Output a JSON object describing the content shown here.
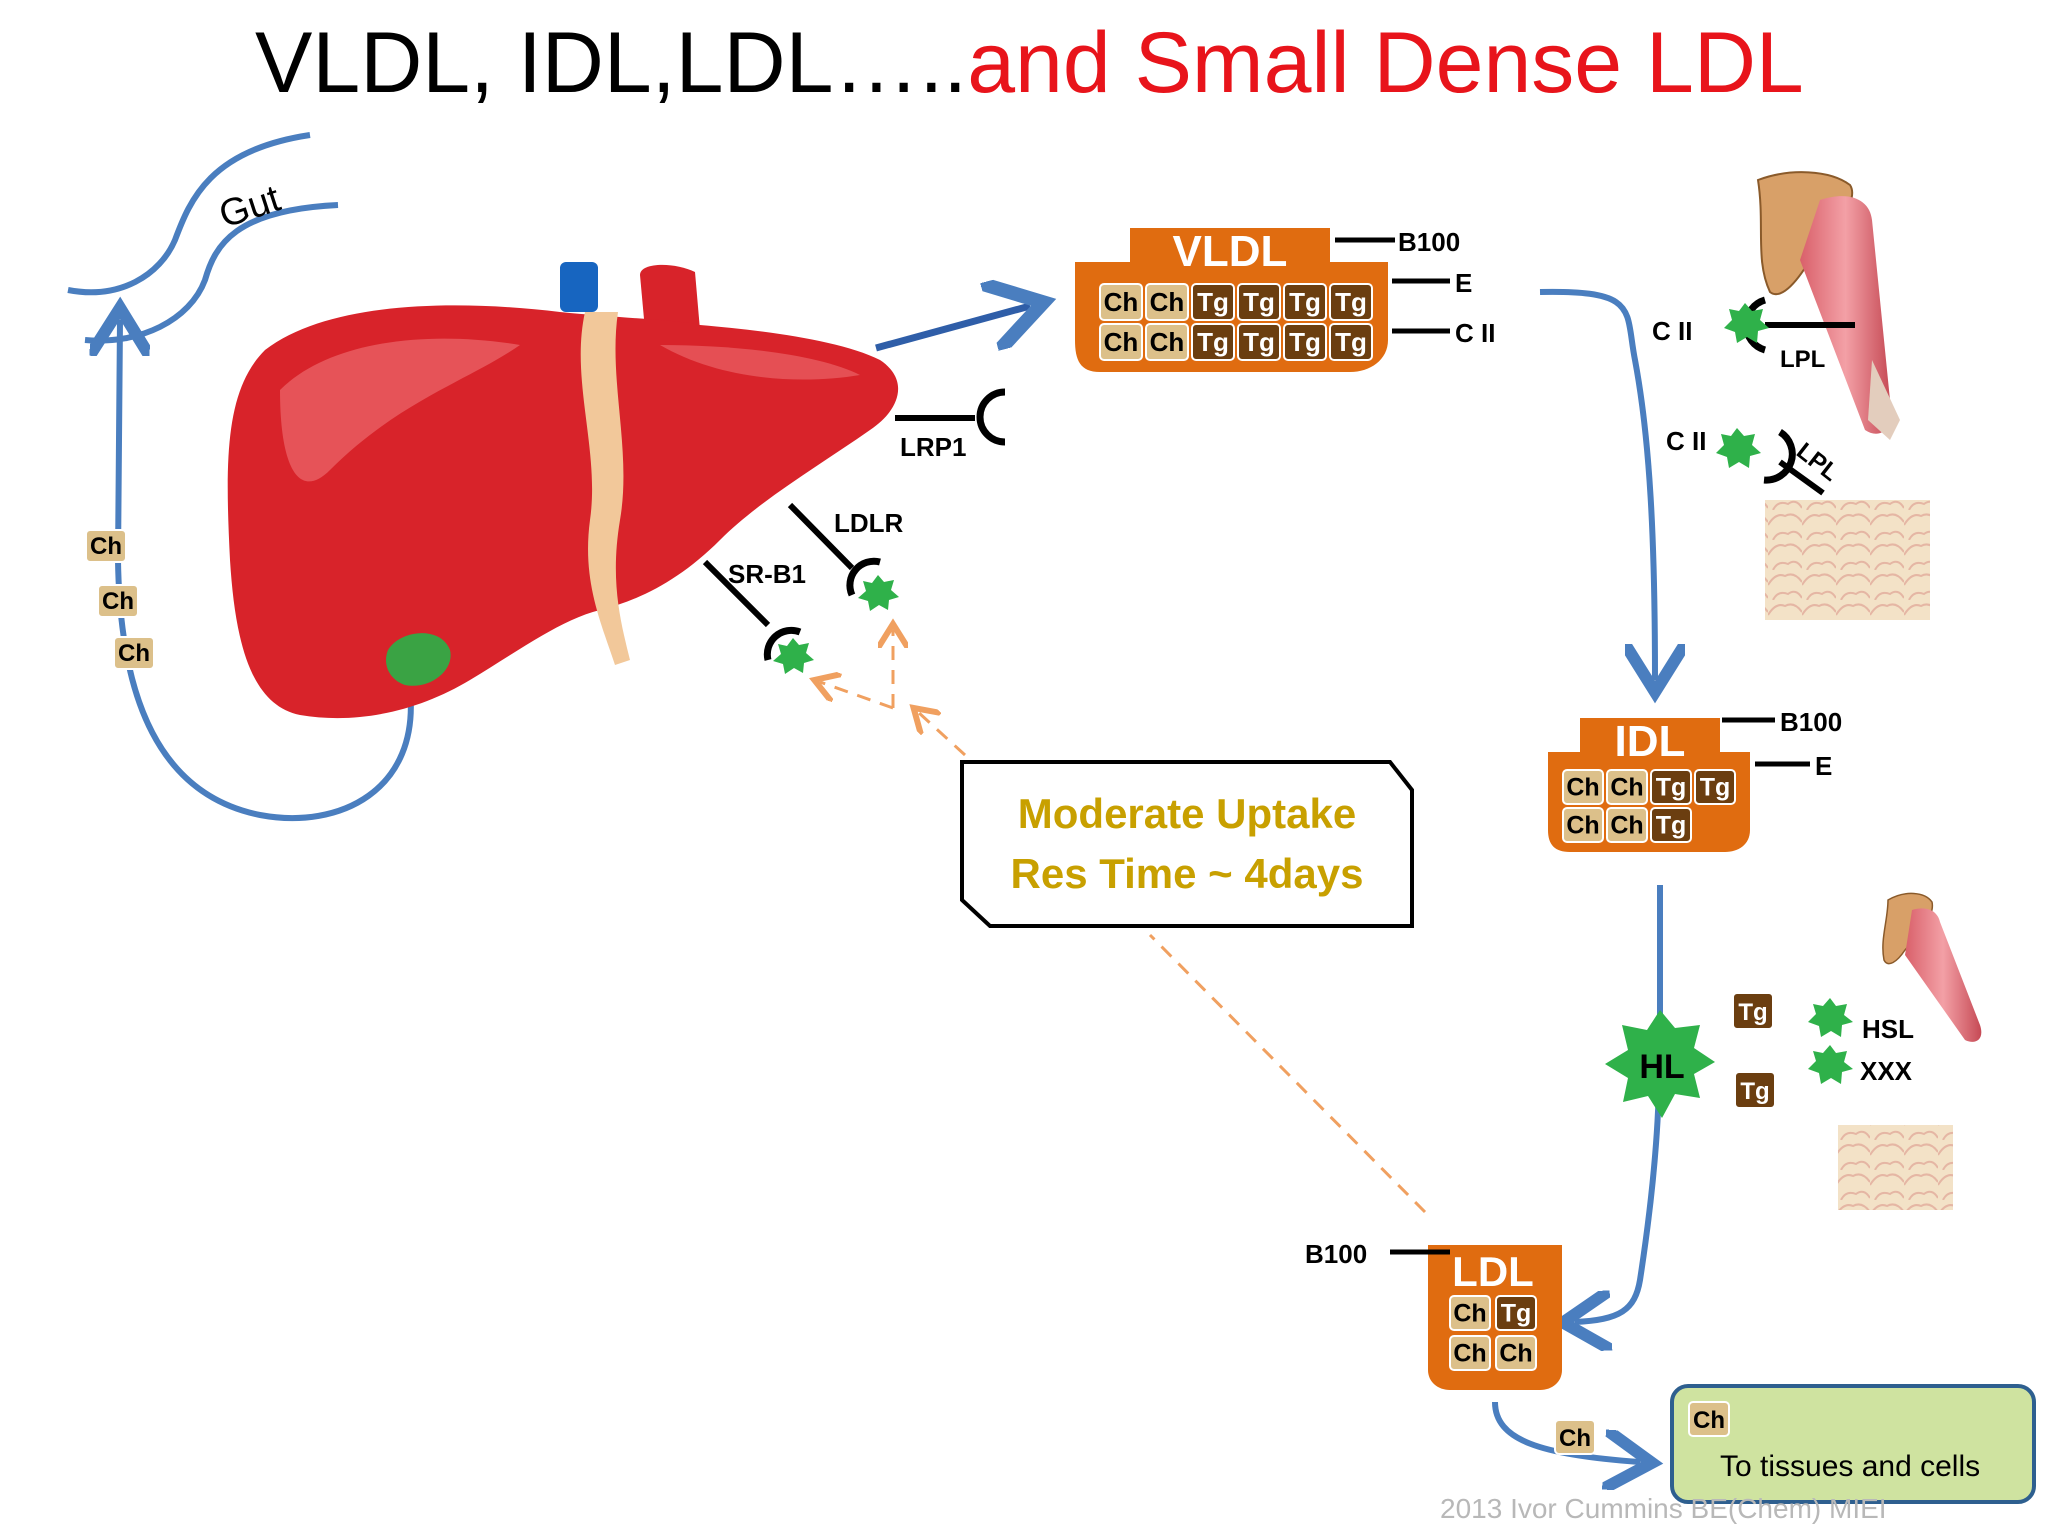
{
  "title": {
    "part1": "VLDL, IDL,LDL…..",
    "part2": "and Small Dense LDL",
    "color1": "#000000",
    "color2": "#e8141b"
  },
  "colors": {
    "liver": "#d8232a",
    "particle": "#e06c10",
    "chip_light": "#dcc08a",
    "chip_dark": "#6b3e10",
    "arrow": "#4a7ebf",
    "enzyme": "#2fb14a",
    "dashed": "#f0a060",
    "box_green": "#cfe3a0",
    "box_green_border": "#2e5f8f",
    "callout_text": "#c8a000"
  },
  "gut_label": "Gut",
  "gallbladder_chips": [
    "Ch",
    "Ch",
    "Ch"
  ],
  "receptors": {
    "lrp1": "LRP1",
    "ldlr": "LDLR",
    "srb1": "SR-B1"
  },
  "vldl": {
    "label": "VLDL",
    "rows": [
      [
        "Ch",
        "Ch",
        "Tg",
        "Tg",
        "Tg",
        "Tg"
      ],
      [
        "Ch",
        "Ch",
        "Tg",
        "Tg",
        "Tg",
        "Tg"
      ]
    ],
    "apos": [
      "B100",
      "E",
      "C II"
    ]
  },
  "muscle": {
    "cii": "C II",
    "lpl": "LPL"
  },
  "adipose": {
    "cii": "C II",
    "lpl": "LPL"
  },
  "idl": {
    "label": "IDL",
    "rows": [
      [
        "Ch",
        "Ch",
        "Tg",
        "Tg"
      ],
      [
        "Ch",
        "Ch",
        "Tg"
      ]
    ],
    "apos": [
      "B100",
      "E"
    ]
  },
  "hl": {
    "label": "HL",
    "released": [
      "Tg",
      "Tg"
    ],
    "enzymes": [
      "HSL",
      "XXX"
    ]
  },
  "ldl": {
    "label": "LDL",
    "rows": [
      [
        "Ch",
        "Tg"
      ],
      [
        "Ch",
        "Ch"
      ]
    ],
    "apos": [
      "B100"
    ]
  },
  "callout": {
    "line1": "Moderate Uptake",
    "line2": "Res Time ~ 4days"
  },
  "delivery": {
    "chip": "Ch",
    "box_chip": "Ch",
    "box_text": "To tissues and cells"
  },
  "footer": "2013 Ivor Cummins BE(Chem) MIEI"
}
